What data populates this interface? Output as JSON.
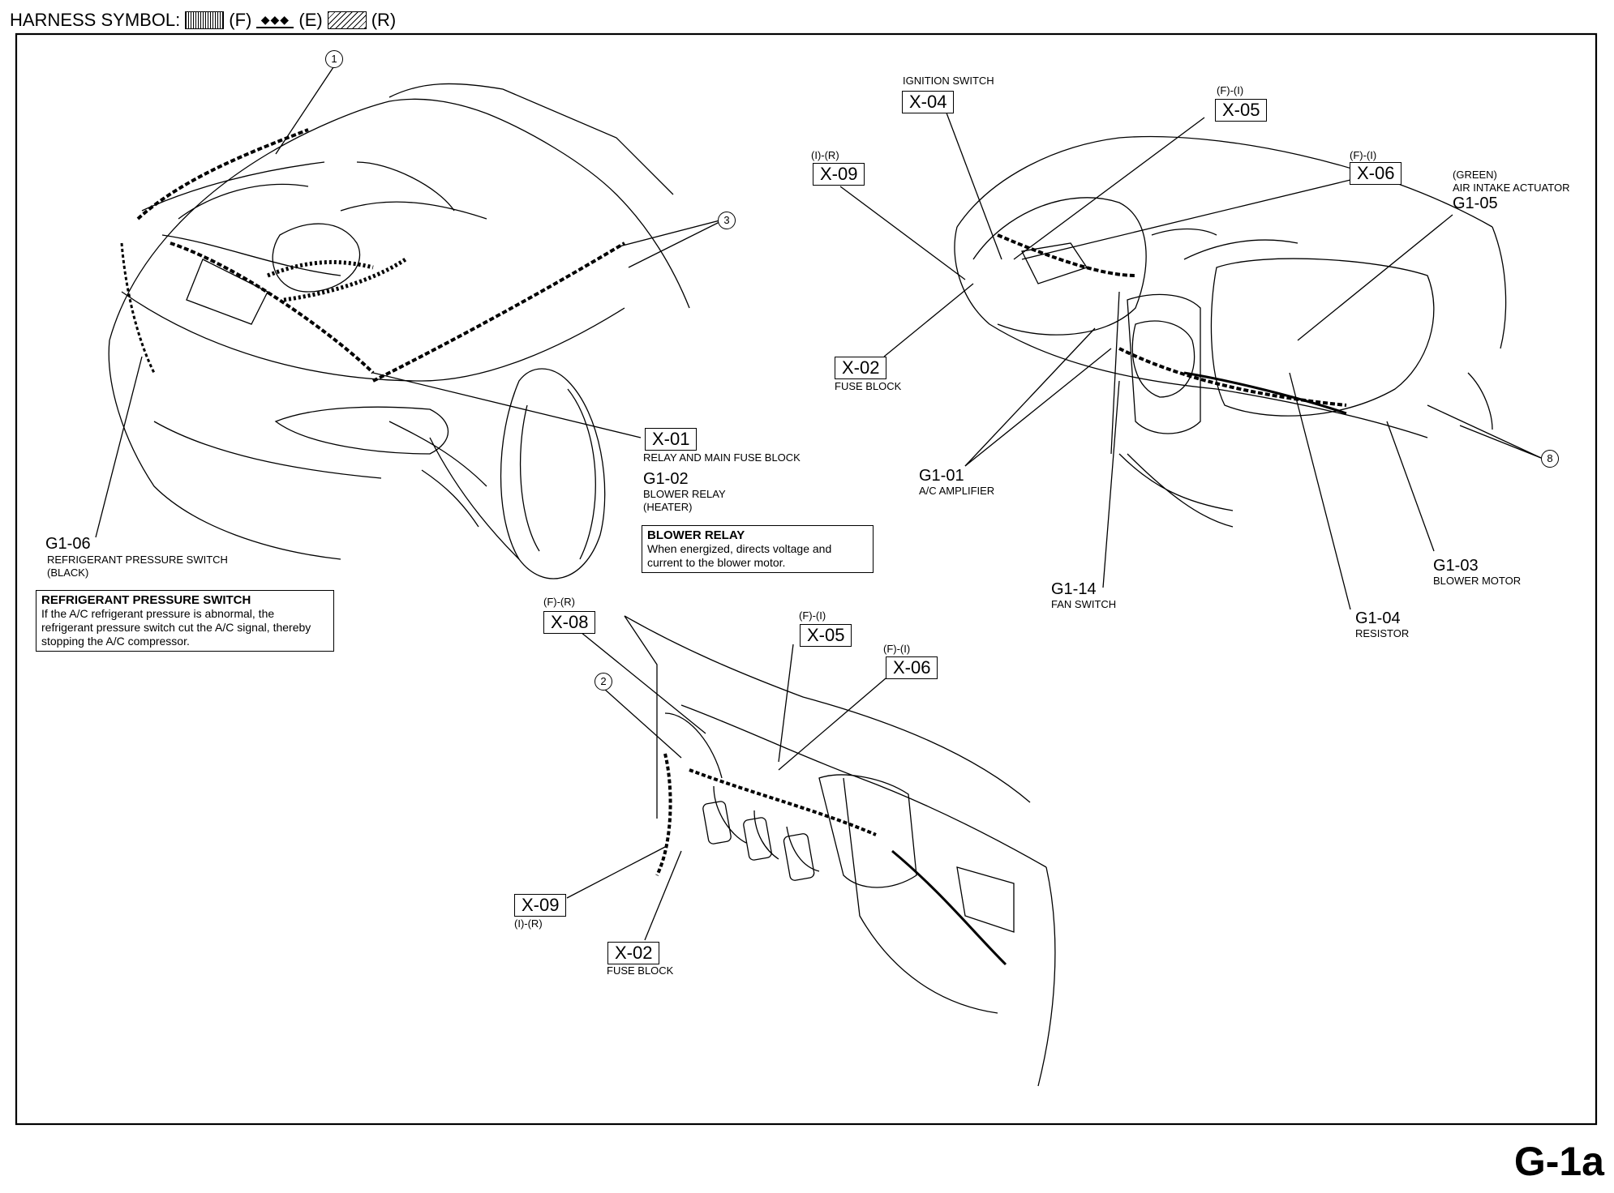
{
  "header": {
    "label": "HARNESS SYMBOL:",
    "f": "(F)",
    "e": "(E)",
    "r": "(R)"
  },
  "page_code": "G-1a",
  "callouts": {
    "c1": "1",
    "c2": "2",
    "c3": "3",
    "c8": "8"
  },
  "engine": {
    "x01": {
      "code": "X-01",
      "desc": "RELAY AND MAIN FUSE BLOCK"
    },
    "g102": {
      "code": "G1-02",
      "desc1": "BLOWER RELAY",
      "desc2": "(HEATER)"
    },
    "g106": {
      "code": "G1-06",
      "desc1": "REFRIGERANT PRESSURE SWITCH",
      "desc2": "(BLACK)"
    },
    "note_blower": {
      "title": "BLOWER RELAY",
      "text": "When energized, directs voltage and current to the blower motor."
    },
    "note_refrig": {
      "title": "REFRIGERANT PRESSURE SWITCH",
      "text": "If the A/C refrigerant pressure is abnormal, the refrigerant pressure switch cut the A/C signal, thereby stopping the A/C compressor."
    }
  },
  "dash": {
    "x04": {
      "code": "X-04",
      "desc": "IGNITION SWITCH"
    },
    "x05": {
      "code": "X-05",
      "tag": "(F)-(I)"
    },
    "x09": {
      "code": "X-09",
      "tag": "(I)-(R)"
    },
    "x06": {
      "code": "X-06",
      "tag": "(F)-(I)"
    },
    "g105": {
      "code": "G1-05",
      "desc1": "(GREEN)",
      "desc2": "AIR INTAKE ACTUATOR"
    },
    "x02": {
      "code": "X-02",
      "desc": "FUSE BLOCK"
    },
    "g101": {
      "code": "G1-01",
      "desc": "A/C AMPLIFIER"
    },
    "g114": {
      "code": "G1-14",
      "desc": "FAN SWITCH"
    },
    "g104": {
      "code": "G1-04",
      "desc": "RESISTOR"
    },
    "g103": {
      "code": "G1-03",
      "desc": "BLOWER MOTOR"
    }
  },
  "cabin": {
    "x08": {
      "code": "X-08",
      "tag": "(F)-(R)"
    },
    "x05": {
      "code": "X-05",
      "tag": "(F)-(I)"
    },
    "x06": {
      "code": "X-06",
      "tag": "(F)-(I)"
    },
    "x09": {
      "code": "X-09",
      "tag": "(I)-(R)"
    },
    "x02": {
      "code": "X-02",
      "desc": "FUSE BLOCK"
    }
  }
}
